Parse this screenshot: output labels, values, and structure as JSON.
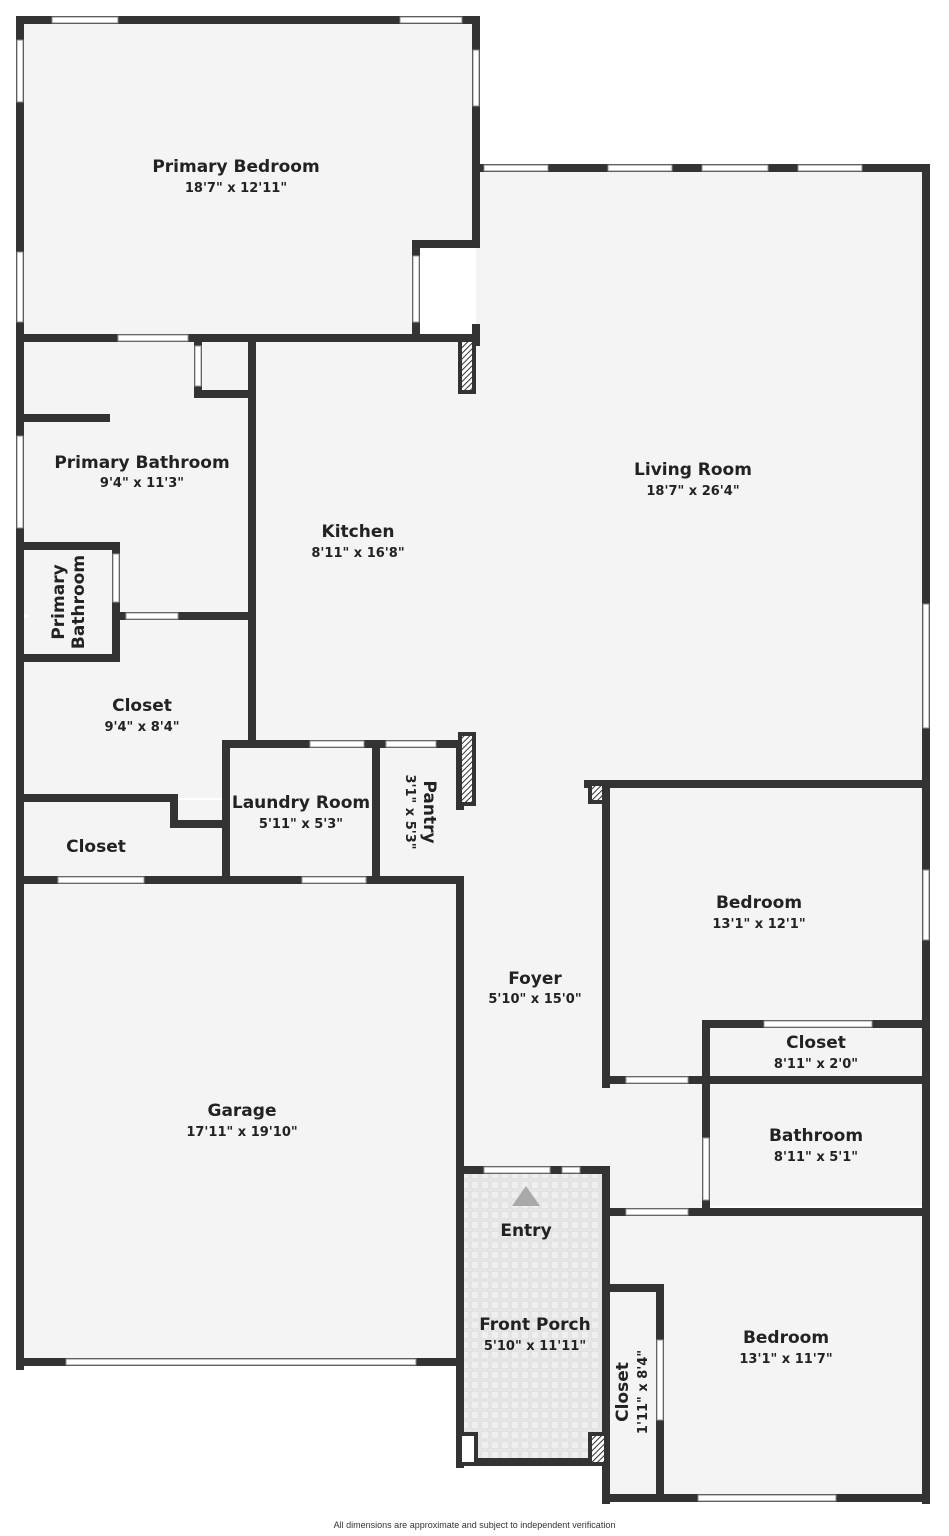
{
  "colors": {
    "wall": "#333333",
    "floor": "#f4f4f4",
    "window": "#ffffff",
    "porch_tile": "#efefef",
    "porch_grid": "#d8d8d8",
    "arrow": "#a9a9a9",
    "text": "#222222"
  },
  "rooms": {
    "primary_bedroom": {
      "name": "Primary Bedroom",
      "dim": "18'7\" x 12'11\""
    },
    "living_room": {
      "name": "Living Room",
      "dim": "18'7\" x 26'4\""
    },
    "primary_bathroom": {
      "name": "Primary Bathroom",
      "dim": "9'4\" x 11'3\""
    },
    "kitchen": {
      "name": "Kitchen",
      "dim": "8'11\" x 16'8\""
    },
    "primary_bathroom_small": {
      "name_line1": "Primary",
      "name_line2": "Bathroom"
    },
    "closet_primary": {
      "name": "Closet",
      "dim": "9'4\" x 8'4\""
    },
    "laundry_room": {
      "name": "Laundry Room",
      "dim": "5'11\" x 5'3\""
    },
    "pantry": {
      "name": "Pantry",
      "dim": "3'1\" x 5'3\""
    },
    "closet_hall": {
      "name": "Closet"
    },
    "bedroom_1": {
      "name": "Bedroom",
      "dim": "13'1\" x 12'1\""
    },
    "foyer": {
      "name": "Foyer",
      "dim": "5'10\" x 15'0\""
    },
    "closet_bedroom": {
      "name": "Closet",
      "dim": "8'11\" x 2'0\""
    },
    "garage": {
      "name": "Garage",
      "dim": "17'11\" x 19'10\""
    },
    "bathroom": {
      "name": "Bathroom",
      "dim": "8'11\" x 5'1\""
    },
    "entry": {
      "name": "Entry"
    },
    "front_porch": {
      "name": "Front Porch",
      "dim": "5'10\" x 11'11\""
    },
    "bedroom_2": {
      "name": "Bedroom",
      "dim": "13'1\" x 11'7\""
    },
    "closet_small": {
      "name": "Closet",
      "dim": "1'11\" x 8'4\""
    }
  },
  "footer": "All dimensions are approximate and subject to independent verification"
}
